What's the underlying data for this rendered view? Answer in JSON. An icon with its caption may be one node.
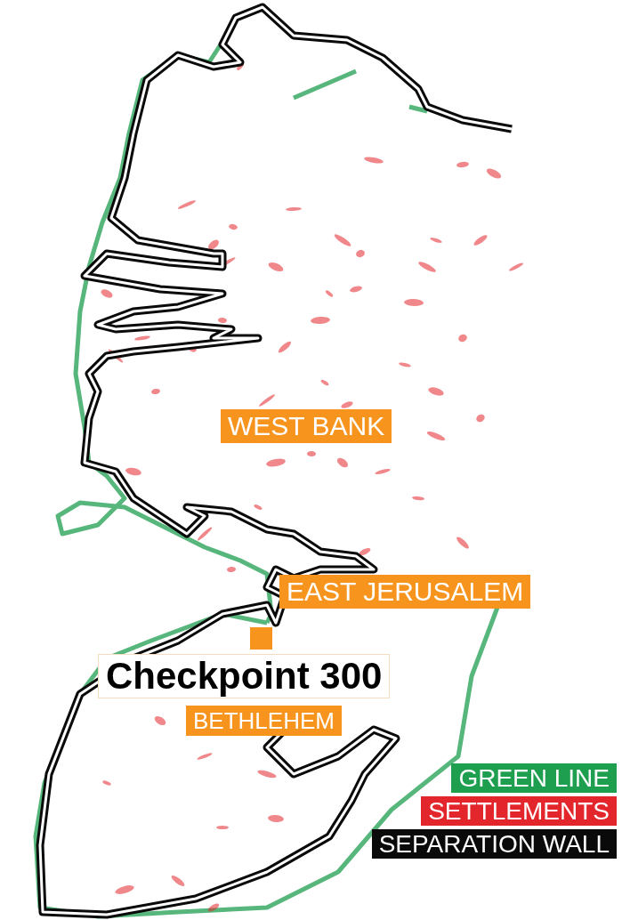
{
  "diagram": {
    "labels": [
      "WEST BANK",
      "EAST JERUSALEM",
      "Checkpoint 300",
      "BETHLEHEM"
    ],
    "legend": [
      {
        "text": "GREEN LINE",
        "color": "#1e9e4f"
      },
      {
        "text": "SETTLEMENTS",
        "color": "#e3262b"
      },
      {
        "text": "SEPARATION WALL",
        "color": "#0a0a0a"
      }
    ]
  }
}
